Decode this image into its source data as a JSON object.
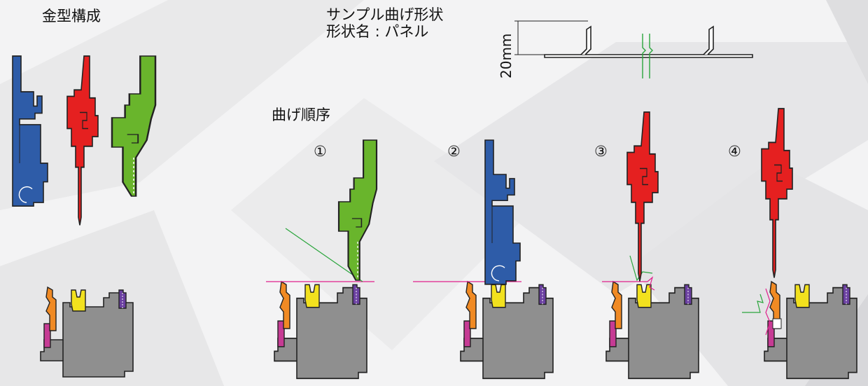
{
  "titles": {
    "die_config": "金型構成",
    "sample_shape": "サンプル曲げ形状",
    "shape_name": "形状名 : パネル",
    "bend_order": "曲げ順序"
  },
  "sample_dimension": "20mm",
  "steps": [
    "①",
    "②",
    "③",
    "④"
  ],
  "colors": {
    "blue_punch": "#2e5ca8",
    "red_punch": "#e52020",
    "green_punch": "#69b52c",
    "orange_die": "#f08a24",
    "yellow_die": "#f2e11e",
    "purple_die": "#6a3fa0",
    "magenta_die": "#c63b94",
    "holder_gray": "#8f8f8f",
    "sheet_line": "#e0208c"
  }
}
